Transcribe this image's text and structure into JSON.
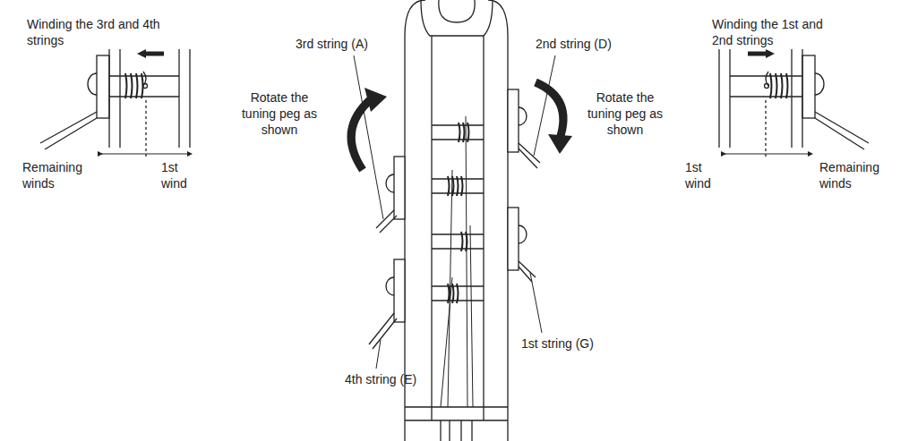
{
  "diagram": {
    "labels": [
      "Winding the 3rd and 4th strings",
      "Remaining winds",
      "1st wind",
      "3rd string (A)",
      "Rotate the tuning peg as shown",
      "2nd string (D)",
      "Rotate the tuning peg as shown",
      "1st string (G)",
      "4th string (E)",
      "Winding the 1st and 2nd strings",
      "1st wind",
      "Remaining winds"
    ]
  }
}
